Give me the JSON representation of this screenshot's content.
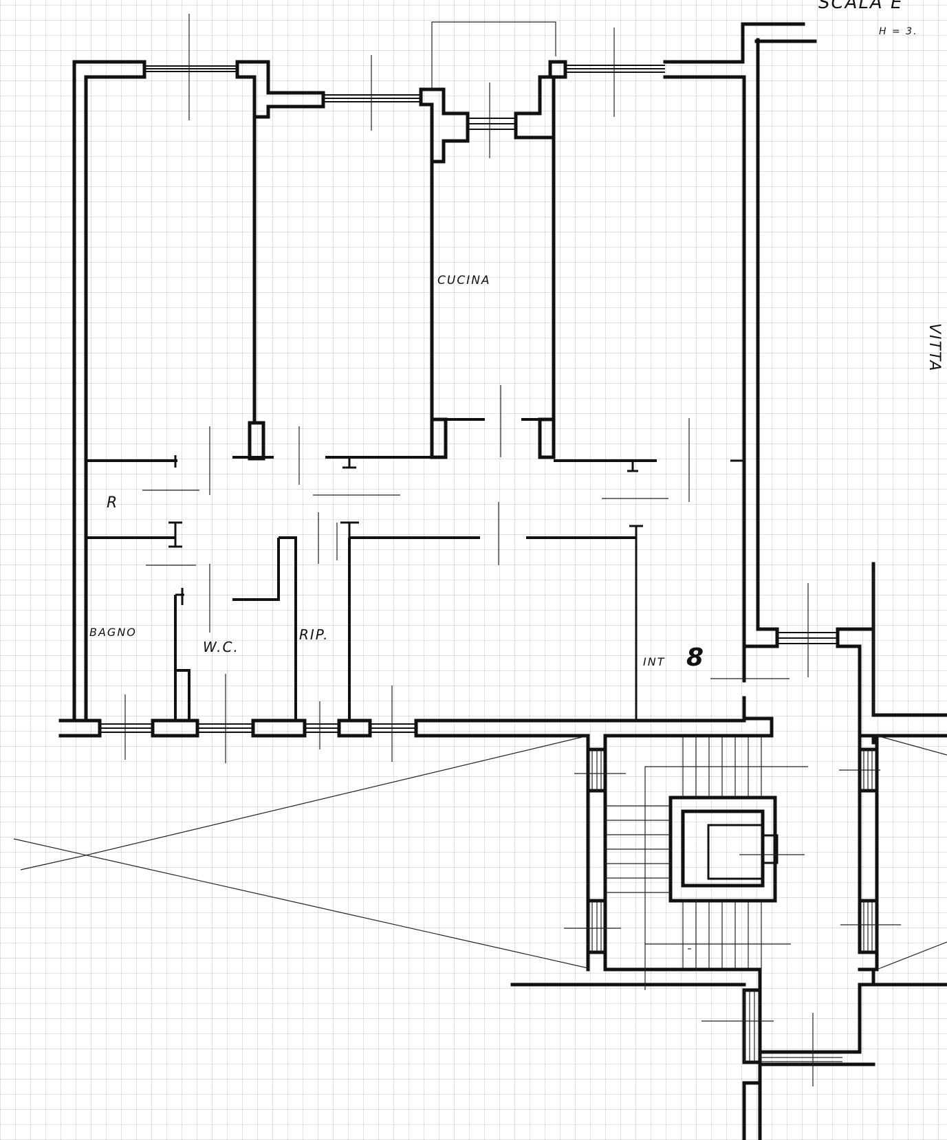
{
  "header": {
    "scale_text": "SCALA E",
    "height_text": "H = 3."
  },
  "rooms": {
    "cucina": "CUCINA",
    "r": "R",
    "bagno": "BAGNO",
    "wc": "W.C.",
    "rip": "RIP.",
    "int_prefix": "INT",
    "int_number": "8"
  },
  "side_text": "VITTA"
}
